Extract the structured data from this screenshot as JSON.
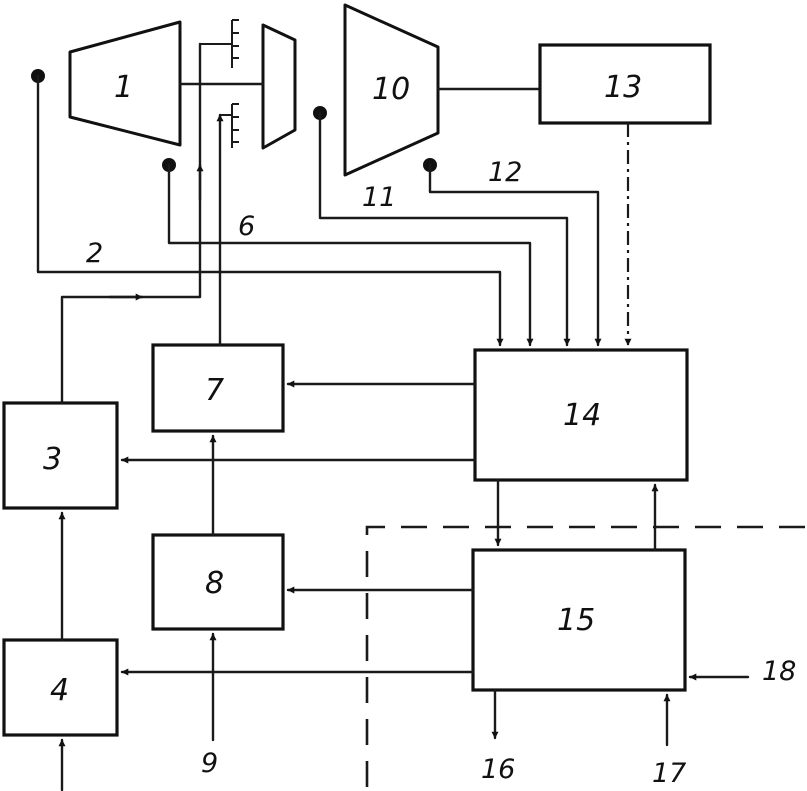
{
  "blocks": {
    "b1": "1",
    "b3": "3",
    "b4": "4",
    "b7": "7",
    "b8": "8",
    "b10": "10",
    "b13": "13",
    "b14": "14",
    "b15": "15"
  },
  "labels": {
    "l2": "2",
    "l6": "6",
    "l9": "9",
    "l11": "11",
    "l12": "12",
    "l16": "16",
    "l17": "17",
    "l18": "18"
  }
}
